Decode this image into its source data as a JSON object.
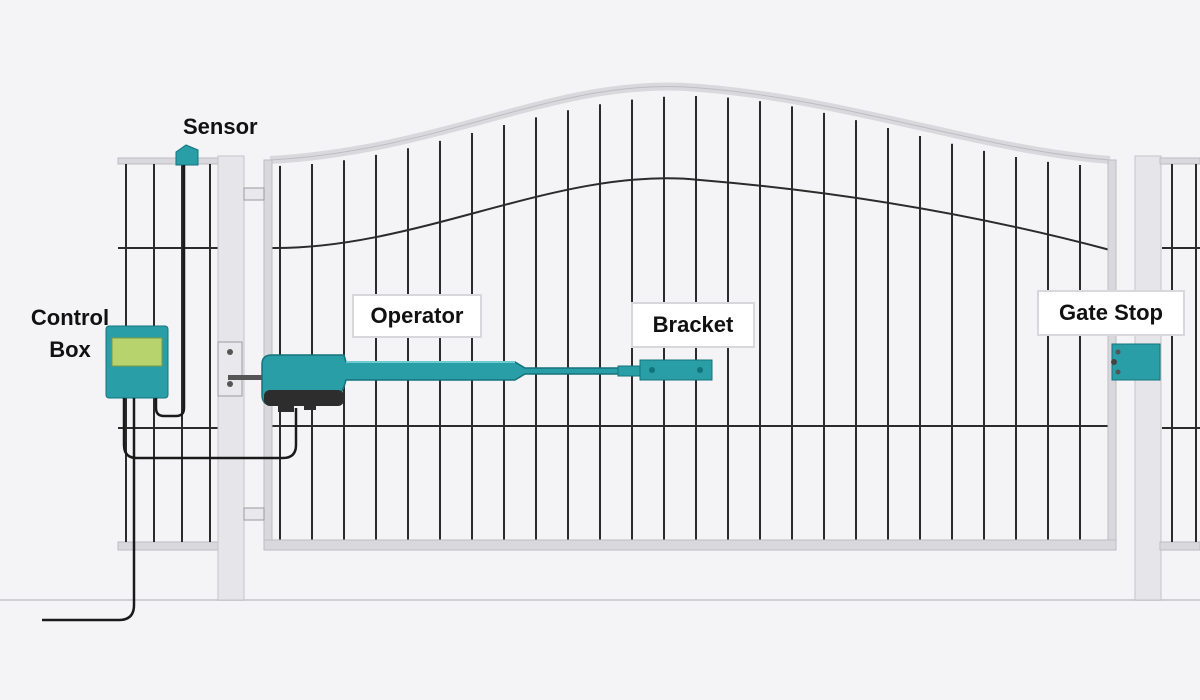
{
  "labels": {
    "sensor": "Sensor",
    "control_box_line1": "Control",
    "control_box_line2": "Box",
    "operator": "Operator",
    "bracket": "Bracket",
    "gate_stop": "Gate Stop"
  },
  "colors": {
    "teal": "#2a9ea6",
    "teal_dark": "#14727c",
    "frame": "#d9d9dd",
    "bar": "#2b2b2b",
    "background": "#f4f4f6",
    "screen": "#b6d36e"
  }
}
